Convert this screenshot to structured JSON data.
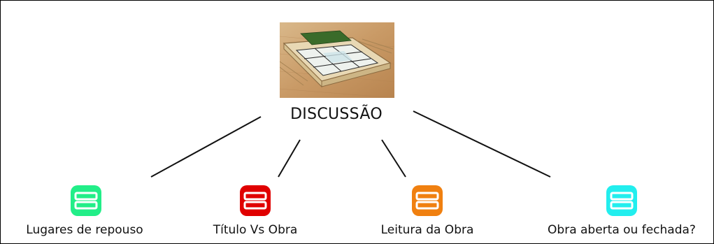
{
  "center": {
    "title": "DISCUSSÃO",
    "image": "wooden-platform-sculpture-photo"
  },
  "branches": [
    {
      "label": "Lugares de repouso",
      "icon": "note-list-icon",
      "color": "#22ee88"
    },
    {
      "label": "Título Vs Obra",
      "icon": "note-list-icon",
      "color": "#e00000"
    },
    {
      "label": "Leitura da Obra",
      "icon": "note-list-icon",
      "color": "#f08010"
    },
    {
      "label": "Obra aberta ou fechada?",
      "icon": "note-list-icon",
      "color": "#22eeee"
    }
  ],
  "colors": {
    "border": "#000000",
    "line": "#111111"
  }
}
